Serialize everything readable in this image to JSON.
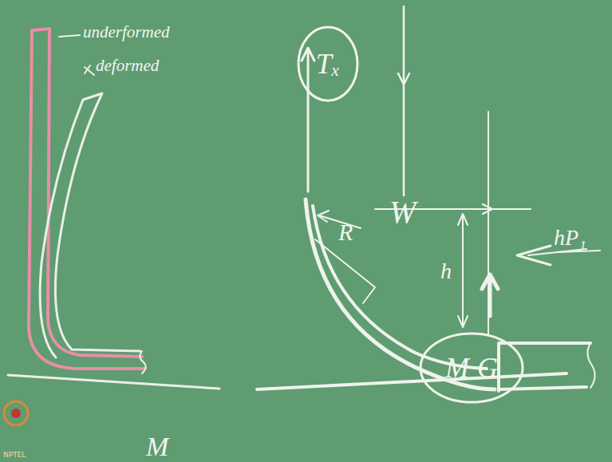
{
  "diagram": {
    "nodes": [
      {
        "text": [
          "Tₓ"
        ]
      },
      {
        "text": [
          "M",
          "G"
        ]
      }
    ],
    "labels": [
      "underformed",
      "deformed",
      "W",
      "R",
      "h",
      "hP₁",
      "M",
      "NPTEL"
    ]
  }
}
